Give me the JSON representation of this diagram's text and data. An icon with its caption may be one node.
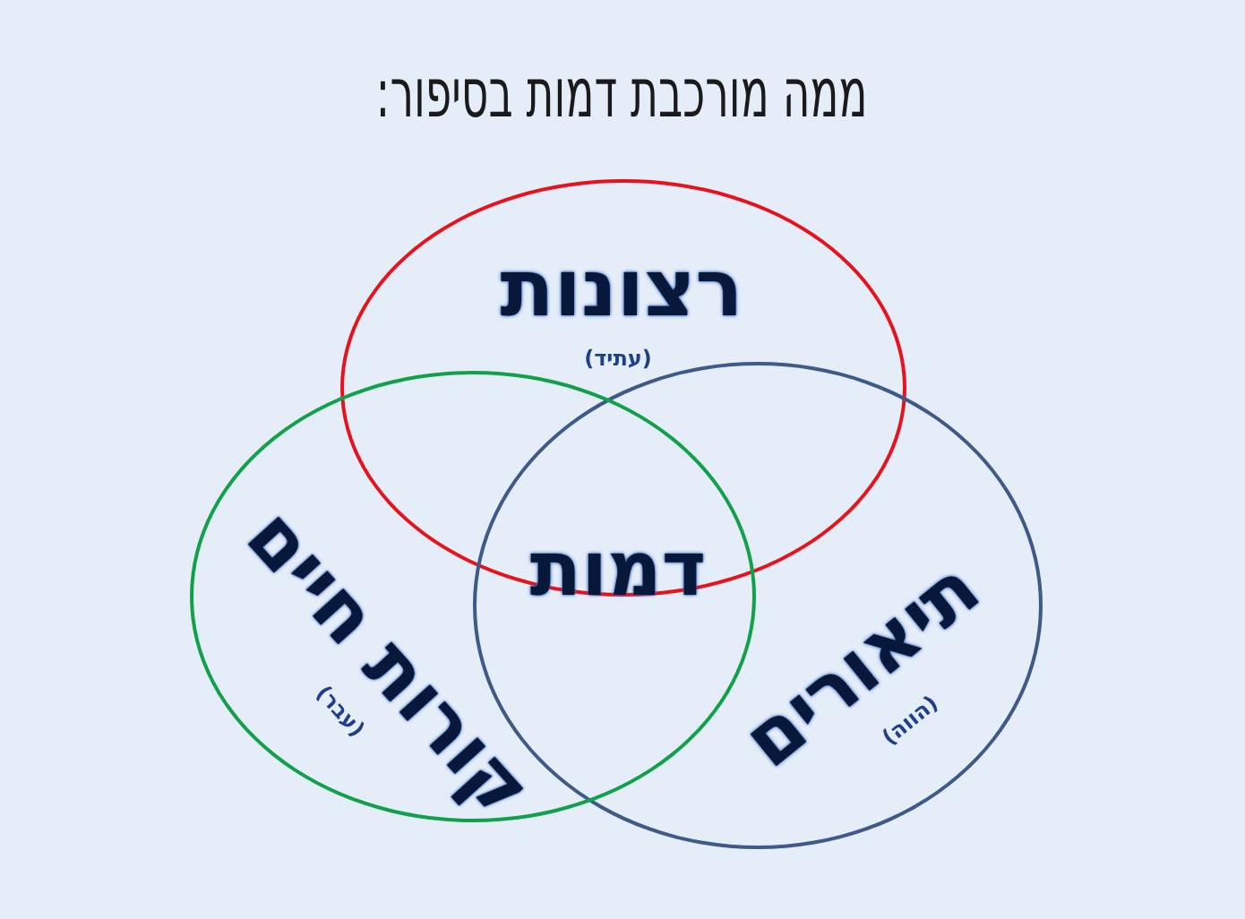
{
  "diagram": {
    "title": "ממה מורכבת דמות בסיפור:",
    "nodes": [
      {
        "text": [
          "רצונות",
          "(עתיד)"
        ]
      },
      {
        "text": [
          "תיאורים",
          "(הווה)"
        ]
      },
      {
        "text": [
          "קורות חיים",
          "(עבר)"
        ]
      }
    ],
    "labels": [
      "דמות"
    ]
  }
}
